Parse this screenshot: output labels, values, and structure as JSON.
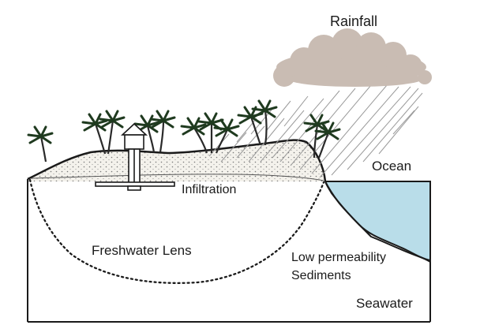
{
  "diagram": {
    "labels": {
      "rainfall": "Rainfall",
      "ocean": "Ocean",
      "infiltration": "Infiltration",
      "freshwater_lens": "Freshwater Lens",
      "low_permeability_line1": "Low permeability",
      "low_permeability_line2": "Sediments",
      "seawater": "Seawater"
    },
    "icons": [
      "rain-cloud-icon",
      "palm-tree-icon",
      "well-house-icon"
    ],
    "colors": {
      "cloud": "#c9bcb3",
      "ocean": "#b9dde9",
      "outline": "#1a1a1a",
      "rain": "#9a9a9a",
      "sand": "#f4f2ec"
    }
  }
}
